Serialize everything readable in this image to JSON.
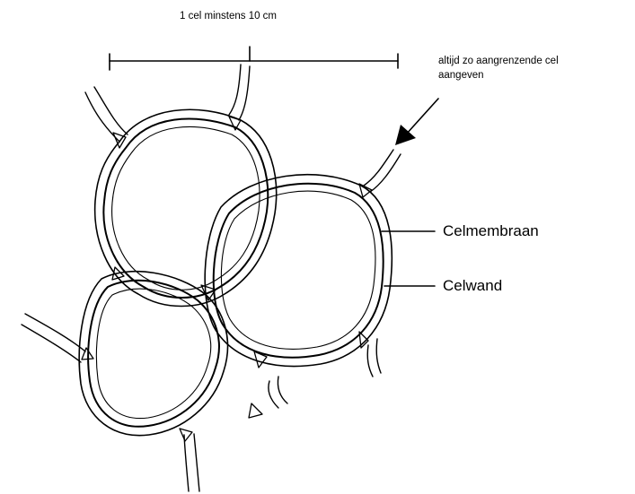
{
  "labels": {
    "scale": "1 cel minstens 10 cm",
    "note_line1": "altijd zo aangrenzende cel",
    "note_line2": "aangeven",
    "membrane": "Celmembraan",
    "wall": "Celwand"
  },
  "colors": {
    "ink": "#000000",
    "background": "#ffffff"
  }
}
